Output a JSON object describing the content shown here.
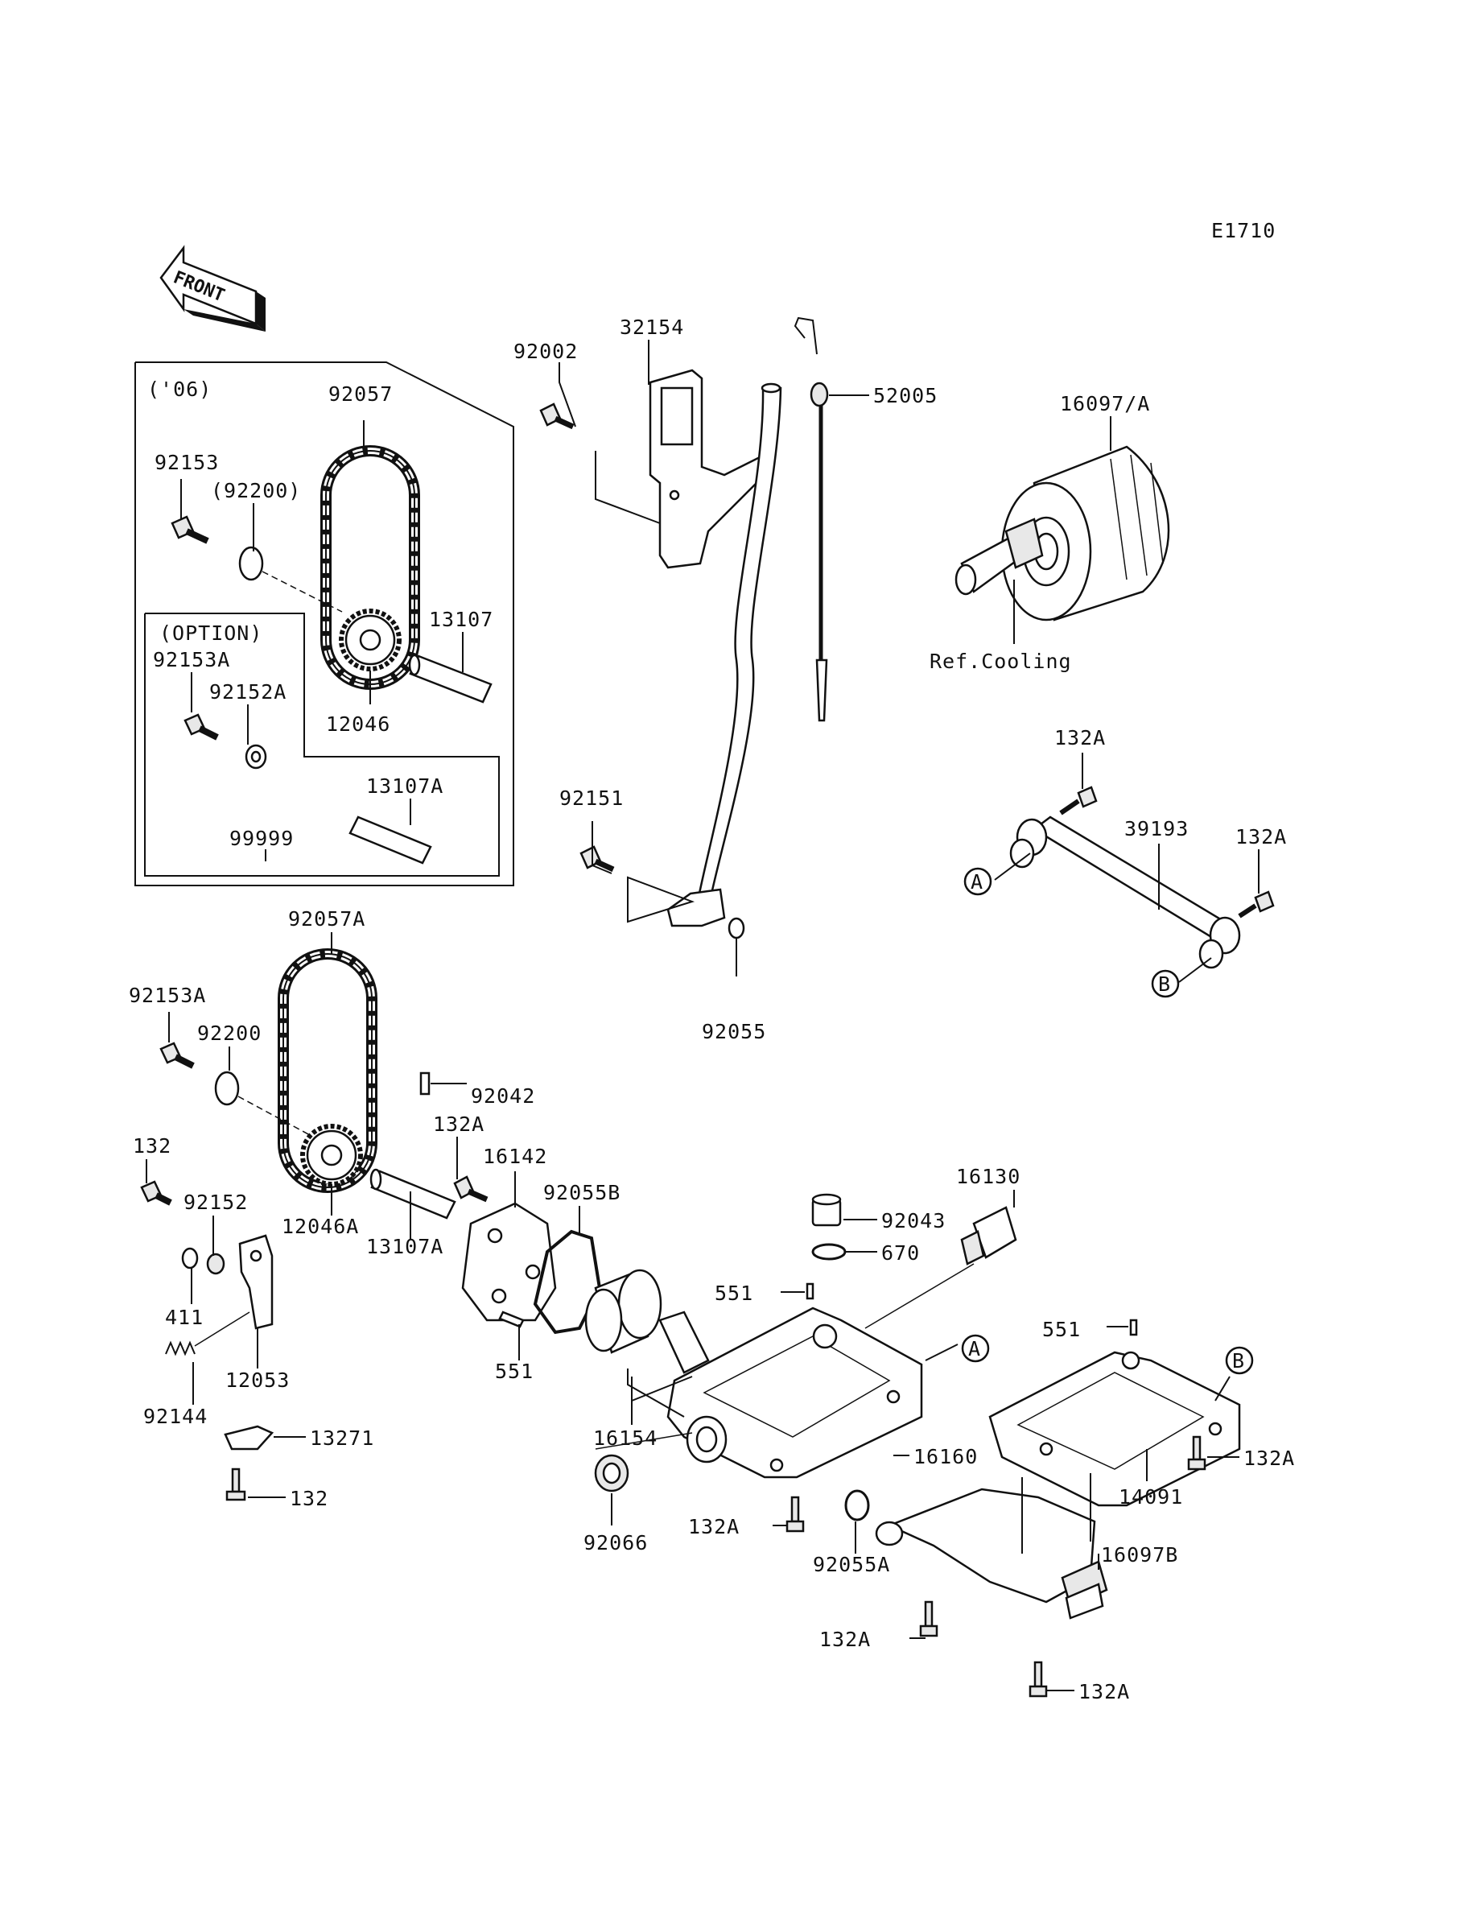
{
  "diagram_id": "E1710",
  "front_label": "FRONT",
  "box_year": "('06)",
  "box_option": "(OPTION)",
  "callout_a": "A",
  "callout_b": "B",
  "labels": {
    "p32154": "32154",
    "p92002": "92002",
    "p52005": "52005",
    "p16097a": "16097/A",
    "p92057": "92057",
    "p92153": "92153",
    "p92200p": "(92200)",
    "p13107": "13107",
    "p12046": "12046",
    "p92153a_top": "92153A",
    "p92152a": "92152A",
    "p13107a_top": "13107A",
    "p99999": "99999",
    "ref_cooling": "Ref.Cooling",
    "p132a_1": "132A",
    "p39193": "39193",
    "p132a_2": "132A",
    "p92151": "92151",
    "p92055": "92055",
    "p92057a": "92057A",
    "p92153a": "92153A",
    "p92200": "92200",
    "p92042": "92042",
    "p132a_3": "132A",
    "p16142": "16142",
    "p92055b": "92055B",
    "p16130": "16130",
    "p132_a": "132",
    "p92152": "92152",
    "p12046a": "12046A",
    "p13107a": "13107A",
    "p92043": "92043",
    "p670": "670",
    "p551_1": "551",
    "p411": "411",
    "p551_2": "551",
    "p551_3": "551",
    "p12053": "12053",
    "p92144": "92144",
    "p13271": "13271",
    "p16154": "16154",
    "p16160": "16160",
    "p132a_4": "132A",
    "p14091": "14091",
    "p132_b": "132",
    "p92066": "92066",
    "p132a_5": "132A",
    "p92055a": "92055A",
    "p16097b": "16097B",
    "p132a_6": "132A",
    "p132a_7": "132A"
  }
}
